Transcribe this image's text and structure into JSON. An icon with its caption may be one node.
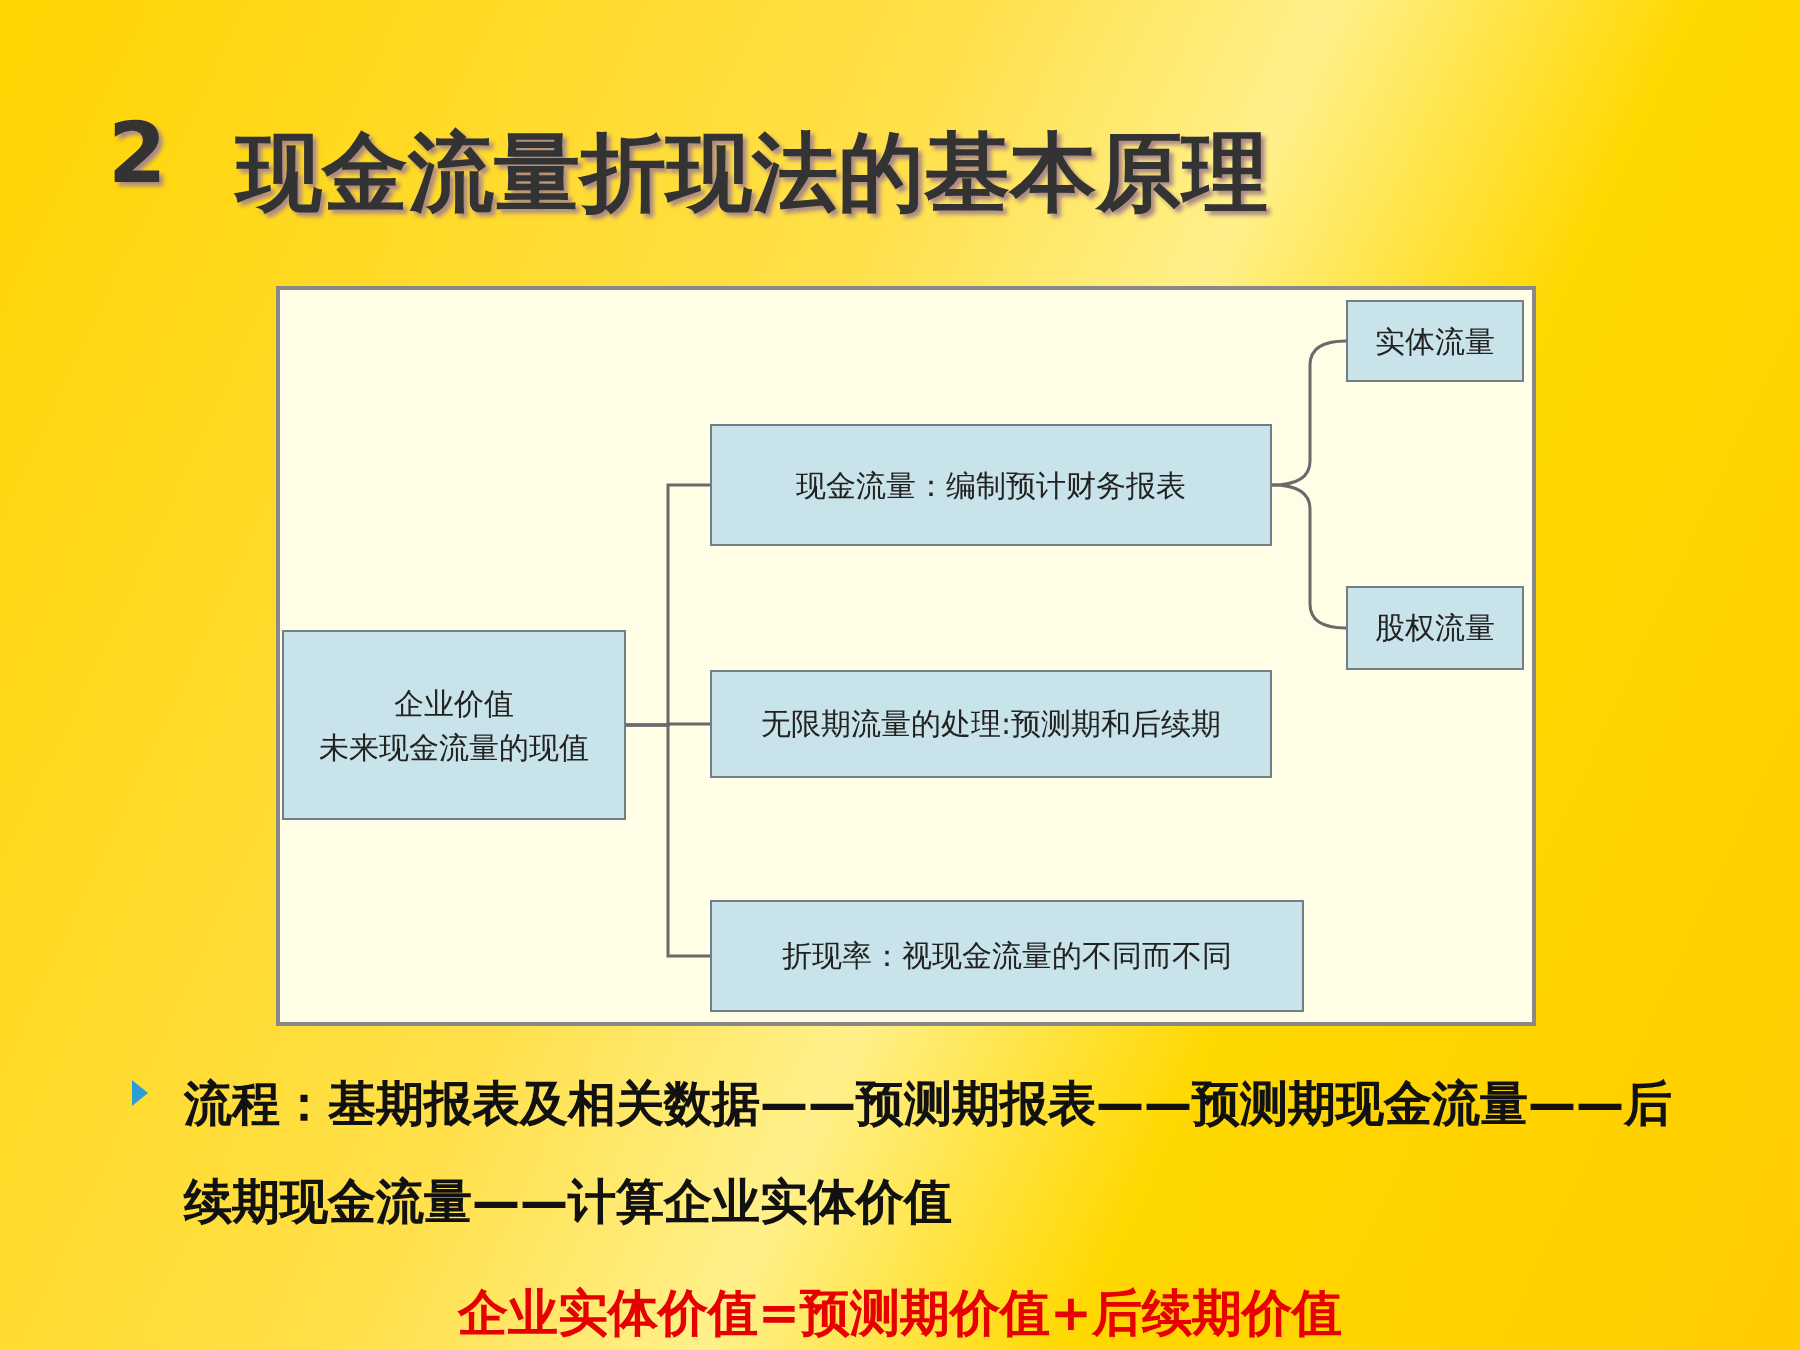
{
  "diagram": {
    "title": "现金流量折现法的基本原理",
    "nodes": [
      {
        "text": [
          "企业价值",
          "未来现金流量的现值"
        ]
      },
      {
        "text": [
          "现金流量：编制预计财务报表"
        ]
      },
      {
        "text": [
          "实体流量"
        ]
      },
      {
        "text": [
          "股权流量"
        ]
      },
      {
        "text": [
          "无限期流量的处理:预测期和后续期"
        ]
      },
      {
        "text": [
          "折现率：视现金流量的不同而不同"
        ]
      }
    ],
    "edges": [
      {
        "from": 0,
        "to": 1,
        "arrow": "none"
      },
      {
        "from": 0,
        "to": 4,
        "arrow": "none"
      },
      {
        "from": 0,
        "to": 5,
        "arrow": "none"
      },
      {
        "from": 1,
        "to": 2,
        "arrow": "none"
      },
      {
        "from": 1,
        "to": 3,
        "arrow": "none"
      }
    ],
    "labels": [
      "2",
      "流程：基期报表及相关数据——预测期报表——预测期现金流量——后续期现金流量——计算企业实体价值",
      "企业实体价值=预测期价值+后续期价值"
    ]
  }
}
